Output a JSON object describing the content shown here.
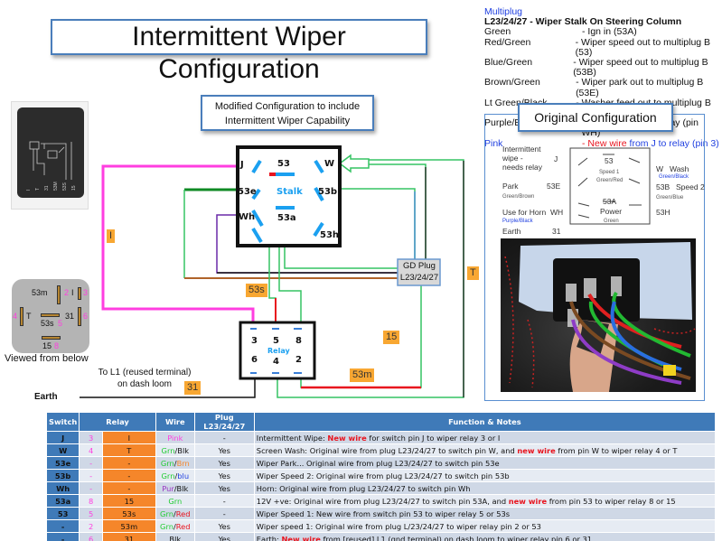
{
  "title": "Intermittent Wiper Configuration",
  "modified_box": {
    "line1": "Modified Configuration to include",
    "line2": "Intermittent Wiper Capability"
  },
  "legend": {
    "heading": "Multiplug",
    "subheading": "L23/24/27 - Wiper Stalk On Steering Column",
    "rows": [
      {
        "color": "Green",
        "desc": "- Ign in (53A)"
      },
      {
        "color": "Red/Green",
        "desc": "- Wiper speed out to multiplug B (53)"
      },
      {
        "color": "Blue/Green",
        "desc": "- Wiper speed out to multiplug B (53B)"
      },
      {
        "color": "Brown/Green",
        "desc": "- Wiper park out to multiplug    B (53E)"
      },
      {
        "color": "Lt Green/Black",
        "desc": "- Washer feed out to multiplug B (W)"
      },
      {
        "color": "Purple/Black",
        "desc": "- Feed out to horn relay (pin WH)"
      }
    ],
    "pink_row": {
      "color": "Pink",
      "prefix": "- ",
      "new_wire": "New wire",
      "rest": " from J to relay (pin 3)"
    }
  },
  "original": {
    "title": "Original Configuration",
    "left": [
      {
        "label": "Intermittent\nwipe -\nneeds relay",
        "pin": "J"
      },
      {
        "label": "Park",
        "pin": "53E",
        "wire": "Green/Brown"
      },
      {
        "label": "Use for Horn",
        "pin": "WH",
        "wire": "Purple/Black"
      },
      {
        "label": "Earth",
        "pin": "31"
      }
    ],
    "center": {
      "pin53": "53",
      "speed1": "Speed 1",
      "speed1_wire": "Green/Red",
      "pin53a": "53A",
      "power": "Power",
      "power_wire": "Green"
    },
    "right": [
      {
        "pin": "W",
        "label": "Wash",
        "wire": "Green/Black"
      },
      {
        "pin": "53B",
        "label": "Speed 2",
        "wire": "Green/Blue"
      },
      {
        "pin": "53H",
        "label": ""
      }
    ]
  },
  "stalk": {
    "label": "Stalk",
    "pins": {
      "J": "J",
      "p53": "53",
      "W": "W",
      "p53e": "53e",
      "p53b": "53b",
      "Wh": "Wh",
      "p53a": "53a",
      "p53h": "53h"
    }
  },
  "gd_plug": {
    "line1": "GD Plug",
    "line2": "L23/24/27"
  },
  "relay": {
    "label": "Relay",
    "pins_top": [
      "3",
      "5",
      "8"
    ],
    "pins_bottom": [
      "6",
      "4",
      "2"
    ]
  },
  "wire_tags": {
    "I": "I",
    "T": "T",
    "s53": "53s",
    "m53": "53m",
    "p15": "15",
    "p31": "31"
  },
  "earth": {
    "line1": "To L1 (reused terminal)",
    "line2": "on dash loom",
    "label": "Earth"
  },
  "pinout": {
    "caption": "Viewed from below",
    "pins": [
      {
        "name": "53m",
        "num": "2"
      },
      {
        "name": "I",
        "num": "3"
      },
      {
        "name": "T",
        "num": "4"
      },
      {
        "name": "53s",
        "num": "5"
      },
      {
        "name": "31",
        "num": "6"
      },
      {
        "name": "15",
        "num": "8"
      }
    ]
  },
  "relay_photo": {
    "pin_labels": [
      "I",
      "T",
      "31",
      "53M",
      "53S",
      "15"
    ]
  },
  "table": {
    "headers": [
      "Switch",
      "Relay",
      "Wire",
      "Plug L23/24/27",
      "Function & Notes"
    ],
    "rows": [
      {
        "switch": "J",
        "relay_num": "3",
        "relay_term": "I",
        "wire": [
          {
            "t": "Pink",
            "c": "pk"
          }
        ],
        "plug": "-",
        "notes": [
          {
            "t": "Intermittent Wipe: "
          },
          {
            "t": "New wire",
            "c": "rd"
          },
          {
            "t": " for switch pin J to wiper relay 3 or I"
          }
        ]
      },
      {
        "switch": "W",
        "relay_num": "4",
        "relay_term": "T",
        "wire": [
          {
            "t": "Grn",
            "c": "g"
          },
          {
            "t": "/Blk"
          }
        ],
        "plug": "Yes",
        "notes": [
          {
            "t": "Screen Wash: Original wire from plug L23/24/27 to switch pin W, and "
          },
          {
            "t": "new wire",
            "c": "rd"
          },
          {
            "t": " from pin W to wiper relay 4 or T"
          }
        ]
      },
      {
        "switch": "53e",
        "relay_num": "-",
        "relay_term": "-",
        "wire": [
          {
            "t": "Grn",
            "c": "g"
          },
          {
            "t": "/"
          },
          {
            "t": "Brn",
            "c": "o"
          }
        ],
        "plug": "Yes",
        "notes": [
          {
            "t": "Wiper Park... Original wire from plug L23/24/27 to switch pin 53e"
          }
        ]
      },
      {
        "switch": "53b",
        "relay_num": "-",
        "relay_term": "-",
        "wire": [
          {
            "t": "Grn",
            "c": "g"
          },
          {
            "t": "/"
          },
          {
            "t": "blu",
            "c": "b"
          }
        ],
        "plug": "Yes",
        "notes": [
          {
            "t": "Wiper Speed 2: Original wire from plug L23/24/27 to switch pin 53b"
          }
        ]
      },
      {
        "switch": "Wh",
        "relay_num": "-",
        "relay_term": "-",
        "wire": [
          {
            "t": "Pur",
            "c": "p"
          },
          {
            "t": "/Blk"
          }
        ],
        "plug": "Yes",
        "notes": [
          {
            "t": "Horn: Original wire from plug L23/24/27 to switch pin Wh"
          }
        ]
      },
      {
        "switch": "53a",
        "relay_num": "8",
        "relay_term": "15",
        "wire": [
          {
            "t": "Grn",
            "c": "g"
          }
        ],
        "plug": "-",
        "notes": [
          {
            "t": "12V +ve: Original wire from plug L23/24/27 to switch pin 53A, and "
          },
          {
            "t": "new wire",
            "c": "rd"
          },
          {
            "t": " from pin 53 to wiper relay 8 or 15"
          }
        ]
      },
      {
        "switch": "53",
        "relay_num": "5",
        "relay_term": "53s",
        "wire": [
          {
            "t": "Grn",
            "c": "g"
          },
          {
            "t": "/"
          },
          {
            "t": "Red",
            "c": "rd"
          }
        ],
        "plug": "-",
        "notes": [
          {
            "t": "Wiper Speed 1: New wire from switch pin 53 to wiper relay 5 or 53s"
          }
        ]
      },
      {
        "switch": "-",
        "relay_num": "2",
        "relay_term": "53m",
        "wire": [
          {
            "t": "Grn",
            "c": "g"
          },
          {
            "t": "/"
          },
          {
            "t": "Red",
            "c": "rd"
          }
        ],
        "plug": "Yes",
        "notes": [
          {
            "t": "Wiper speed 1: Original wire from plug L/23/24/27 to wiper relay pin 2 or 53"
          }
        ]
      },
      {
        "switch": "-",
        "relay_num": "6",
        "relay_term": "31",
        "wire": [
          {
            "t": "Blk"
          }
        ],
        "plug": "Yes",
        "notes": [
          {
            "t": "Earth: "
          },
          {
            "t": "New wire",
            "c": "rd"
          },
          {
            "t": " from [reused] L1 (gnd terminal) on dash loom to wiper relay pin 6 or 31"
          }
        ]
      }
    ]
  }
}
